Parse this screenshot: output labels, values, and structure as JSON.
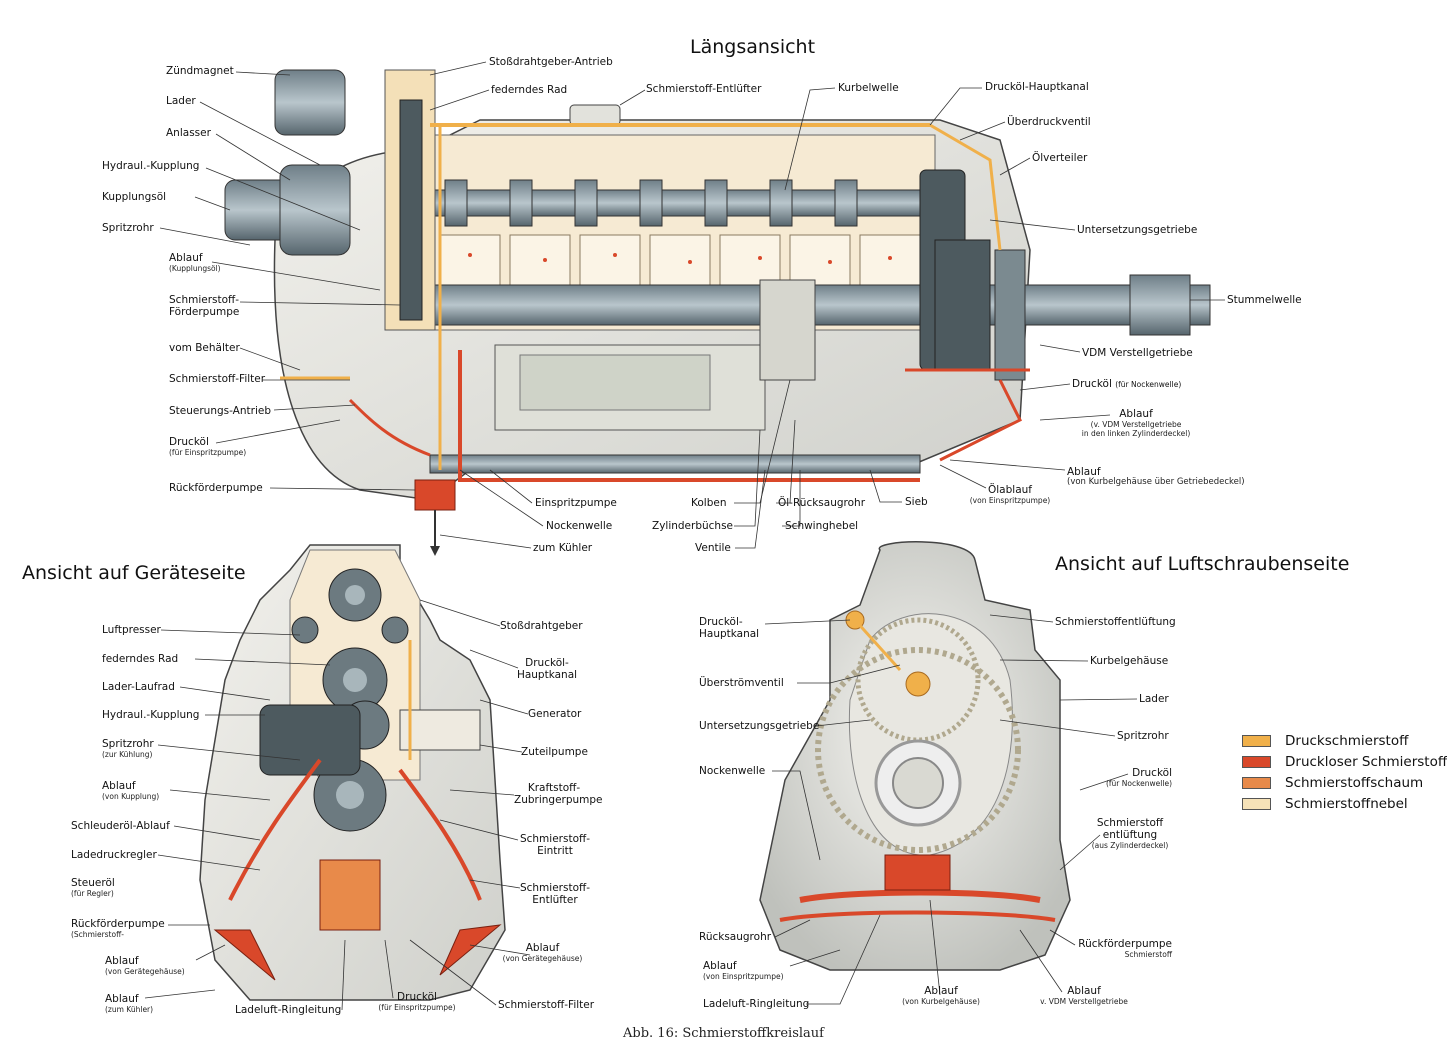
{
  "titles": {
    "longitudinal": "Längsansicht",
    "device_side": "Ansicht auf Geräteseite",
    "propeller_side": "Ansicht auf Luftschraubenseite"
  },
  "caption": "Abb. 16: Schmierstoffkreislauf",
  "longitudinal_labels": {
    "zuendmagnet": "Zündmagnet",
    "lader": "Lader",
    "anlasser": "Anlasser",
    "hydraul_kupplung": "Hydraul.-Kupplung",
    "kupplungsoel": "Kupplungsöl",
    "spritzrohr": "Spritzrohr",
    "ablauf_kupplung": "Ablauf",
    "ablauf_kupplung_sub": "(Kupplungsöl)",
    "foerderpumpe_1": "Schmierstoff-",
    "foerderpumpe_2": "Förderpumpe",
    "vom_behaelter": "vom Behälter",
    "filter": "Schmierstoff-Filter",
    "steuerungs_antrieb": "Steuerungs-Antrieb",
    "druckoel_einspritz": "Drucköl",
    "druckoel_einspritz_sub": "(für Einspritzpumpe)",
    "rueckfoerderpumpe": "Rückförderpumpe",
    "stossdrahtgeber_antrieb": "Stoßdrahtgeber-Antrieb",
    "federndes_rad": "federndes Rad",
    "entluefter": "Schmierstoff-Entlüfter",
    "kurbelwelle": "Kurbelwelle",
    "hauptkanal": "Drucköl-Hauptkanal",
    "ueberdruckventil": "Überdruckventil",
    "oelverteiler": "Ölverteiler",
    "untersetzungsgetriebe": "Untersetzungsgetriebe",
    "stummelwelle": "Stummelwelle",
    "vdm": "VDM Verstellgetriebe",
    "druckoel_nocken": "Drucköl",
    "druckoel_nocken_sub": "(für Nockenwelle)",
    "ablauf_vdm": "Ablauf",
    "ablauf_vdm_sub1": "(v. VDM Verstellgetriebe",
    "ablauf_vdm_sub2": "in den linken Zylinderdeckel)",
    "ablauf_kurbel": "Ablauf",
    "ablauf_kurbel_sub": "(von Kurbelgehäuse über Getriebedeckel)",
    "oelablauf": "Ölablauf",
    "oelablauf_sub": "(von Einspritzpumpe)",
    "einspritzpumpe": "Einspritzpumpe",
    "nockenwelle": "Nockenwelle",
    "zum_kuehler": "zum Kühler",
    "kolben": "Kolben",
    "zylinderbuechse": "Zylinderbüchse",
    "ventile": "Ventile",
    "oel_ruecksaugrohr": "Öl-Rücksaugrohr",
    "schwinghebel": "Schwinghebel",
    "sieb": "Sieb"
  },
  "device_labels": {
    "luftpresser": "Luftpresser",
    "federndes_rad": "federndes Rad",
    "lader_laufrad": "Lader-Laufrad",
    "hydraul_kupplung": "Hydraul.-Kupplung",
    "spritzrohr": "Spritzrohr",
    "spritzrohr_sub": "(zur Kühlung)",
    "ablauf_kupplung": "Ablauf",
    "ablauf_kupplung_sub": "(von Kupplung)",
    "schleuderoel": "Schleuderöl-Ablauf",
    "ladedruckregler": "Ladedruckregler",
    "steueroel": "Steueröl",
    "steueroel_sub": "(für Regler)",
    "rueckfoerderpumpe": "Rückförderpumpe",
    "rueckfoerderpumpe_sub": "(Schmierstoff-",
    "ablauf_geraete": "Ablauf",
    "ablauf_geraete_sub": "(von Gerätegehäuse)",
    "ablauf_kuehler": "Ablauf",
    "ablauf_kuehler_sub": "(zum Kühler)",
    "ladeluft": "Ladeluft-Ringleitung",
    "druckoel": "Drucköl",
    "druckoel_sub": "(für Einspritzpumpe)",
    "filter": "Schmierstoff-Filter",
    "ablauf_r": "Ablauf",
    "ablauf_r_sub": "(von Gerätegehäuse)",
    "entluefter_1": "Schmierstoff-",
    "entluefter_2": "Entlüfter",
    "eintritt_1": "Schmierstoff-",
    "eintritt_2": "Eintritt",
    "kraftstoff_1": "Kraftstoff-",
    "kraftstoff_2": "Zubringerpumpe",
    "zuteilpumpe": "Zuteilpumpe",
    "generator": "Generator",
    "hauptkanal_1": "Drucköl-",
    "hauptkanal_2": "Hauptkanal",
    "stossdrahtgeber": "Stoßdrahtgeber"
  },
  "propeller_labels": {
    "hauptkanal_1": "Drucköl-",
    "hauptkanal_2": "Hauptkanal",
    "ueberstroemventil": "Überströmventil",
    "untersetzungsgetriebe": "Untersetzungsgetriebe",
    "nockenwelle": "Nockenwelle",
    "ruecksaugrohr": "Rücksaugrohr",
    "ablauf_einspritz": "Ablauf",
    "ablauf_einspritz_sub": "(von Einspritzpumpe)",
    "ladeluft": "Ladeluft-Ringleitung",
    "ablauf_kurbel": "Ablauf",
    "ablauf_kurbel_sub": "(von Kurbelgehäuse)",
    "ablauf_vdm": "Ablauf",
    "ablauf_vdm_sub": "v. VDM Verstellgetriebe",
    "rueckfoerderpumpe": "Rückförderpumpe",
    "rueckfoerderpumpe_sub": "Schmierstoff",
    "entlueftung_1": "Schmierstoff",
    "entlueftung_2": "entlüftung",
    "entlueftung_sub": "(aus Zylinderdeckel)",
    "druckoel": "Drucköl",
    "druckoel_sub": "(für Nockenwelle)",
    "spritzrohr": "Spritzrohr",
    "lader": "Lader",
    "kurbelgehaeuse": "Kurbelgehäuse",
    "entlueftung_top": "Schmierstoffentlüftung"
  },
  "legend": [
    {
      "label": "Druckschmierstoff",
      "color": "#f0b04a"
    },
    {
      "label": "Druckloser Schmierstoff",
      "color": "#d9482a"
    },
    {
      "label": "Schmierstoffschaum",
      "color": "#e88a4a"
    },
    {
      "label": "Schmierstoffnebel",
      "color": "#f6e2b8"
    }
  ]
}
